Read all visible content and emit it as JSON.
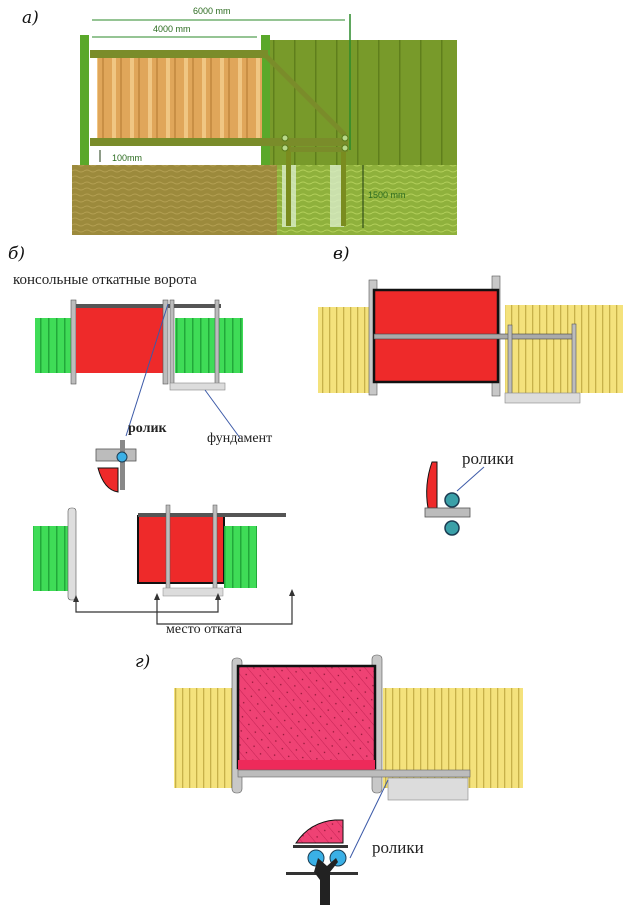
{
  "panels": {
    "a": {
      "label": "а)",
      "dimensions": {
        "total_length": "6000 mm",
        "opening_width": "4000 mm",
        "ground_clearance": "100mm",
        "foundation_depth": "1500 mm"
      }
    },
    "b": {
      "label": "б)",
      "title": "консольные откатные ворота",
      "callouts": {
        "roller": "ролик",
        "foundation": "фундамент",
        "rollback_space": "место отката"
      }
    },
    "c": {
      "label": "в)",
      "callouts": {
        "rollers": "ролики"
      }
    },
    "d": {
      "label": "г)",
      "callouts": {
        "rollers": "ролики"
      }
    }
  },
  "colors": {
    "gate_red": "#ee2a2a",
    "gate_pink": "#ef3b6b",
    "fence_green": "#3fdc57",
    "fence_yellow": "#f4e27c",
    "photo_fence_green": "#7a9a2c",
    "wood_panel": "#e7b465",
    "soil": "#a08a3a",
    "roller_blue": "#3ab0e6",
    "callout_line": "#3c5aa8"
  }
}
